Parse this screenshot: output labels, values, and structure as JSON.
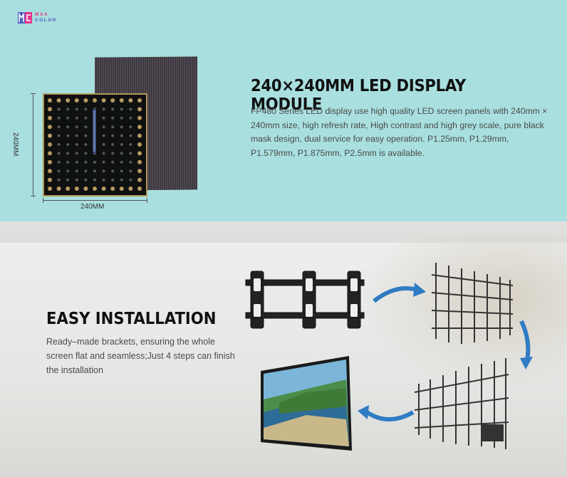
{
  "brand": {
    "line1": "MAX",
    "line2": "COLOR",
    "logo_icon": "mc-logo-icon",
    "accent": "#e0358e",
    "accent2": "#4a5bc4"
  },
  "module_section": {
    "bg_color": "#a9dfdf",
    "title": "240×240MM LED DISPLAY MODULE",
    "description": "FP480 Series LED display use high quality LED screen panels with 240mm × 240mm size, high refresh rate, High contrast and high grey scale, pure black mask design, dual service for easy operation. P1.25mm, P1.29mm, P1.579mm, P1.875mm, P2.5mm is available.",
    "dim_height_label": "240MM",
    "dim_width_label": "240MM"
  },
  "install_section": {
    "title": "EASY INSTALLATION",
    "description": "Ready–made brackets, ensuring the whole screen flat and seamless;Just 4 steps can finish the installation",
    "arrow_color": "#2f7cc4"
  }
}
